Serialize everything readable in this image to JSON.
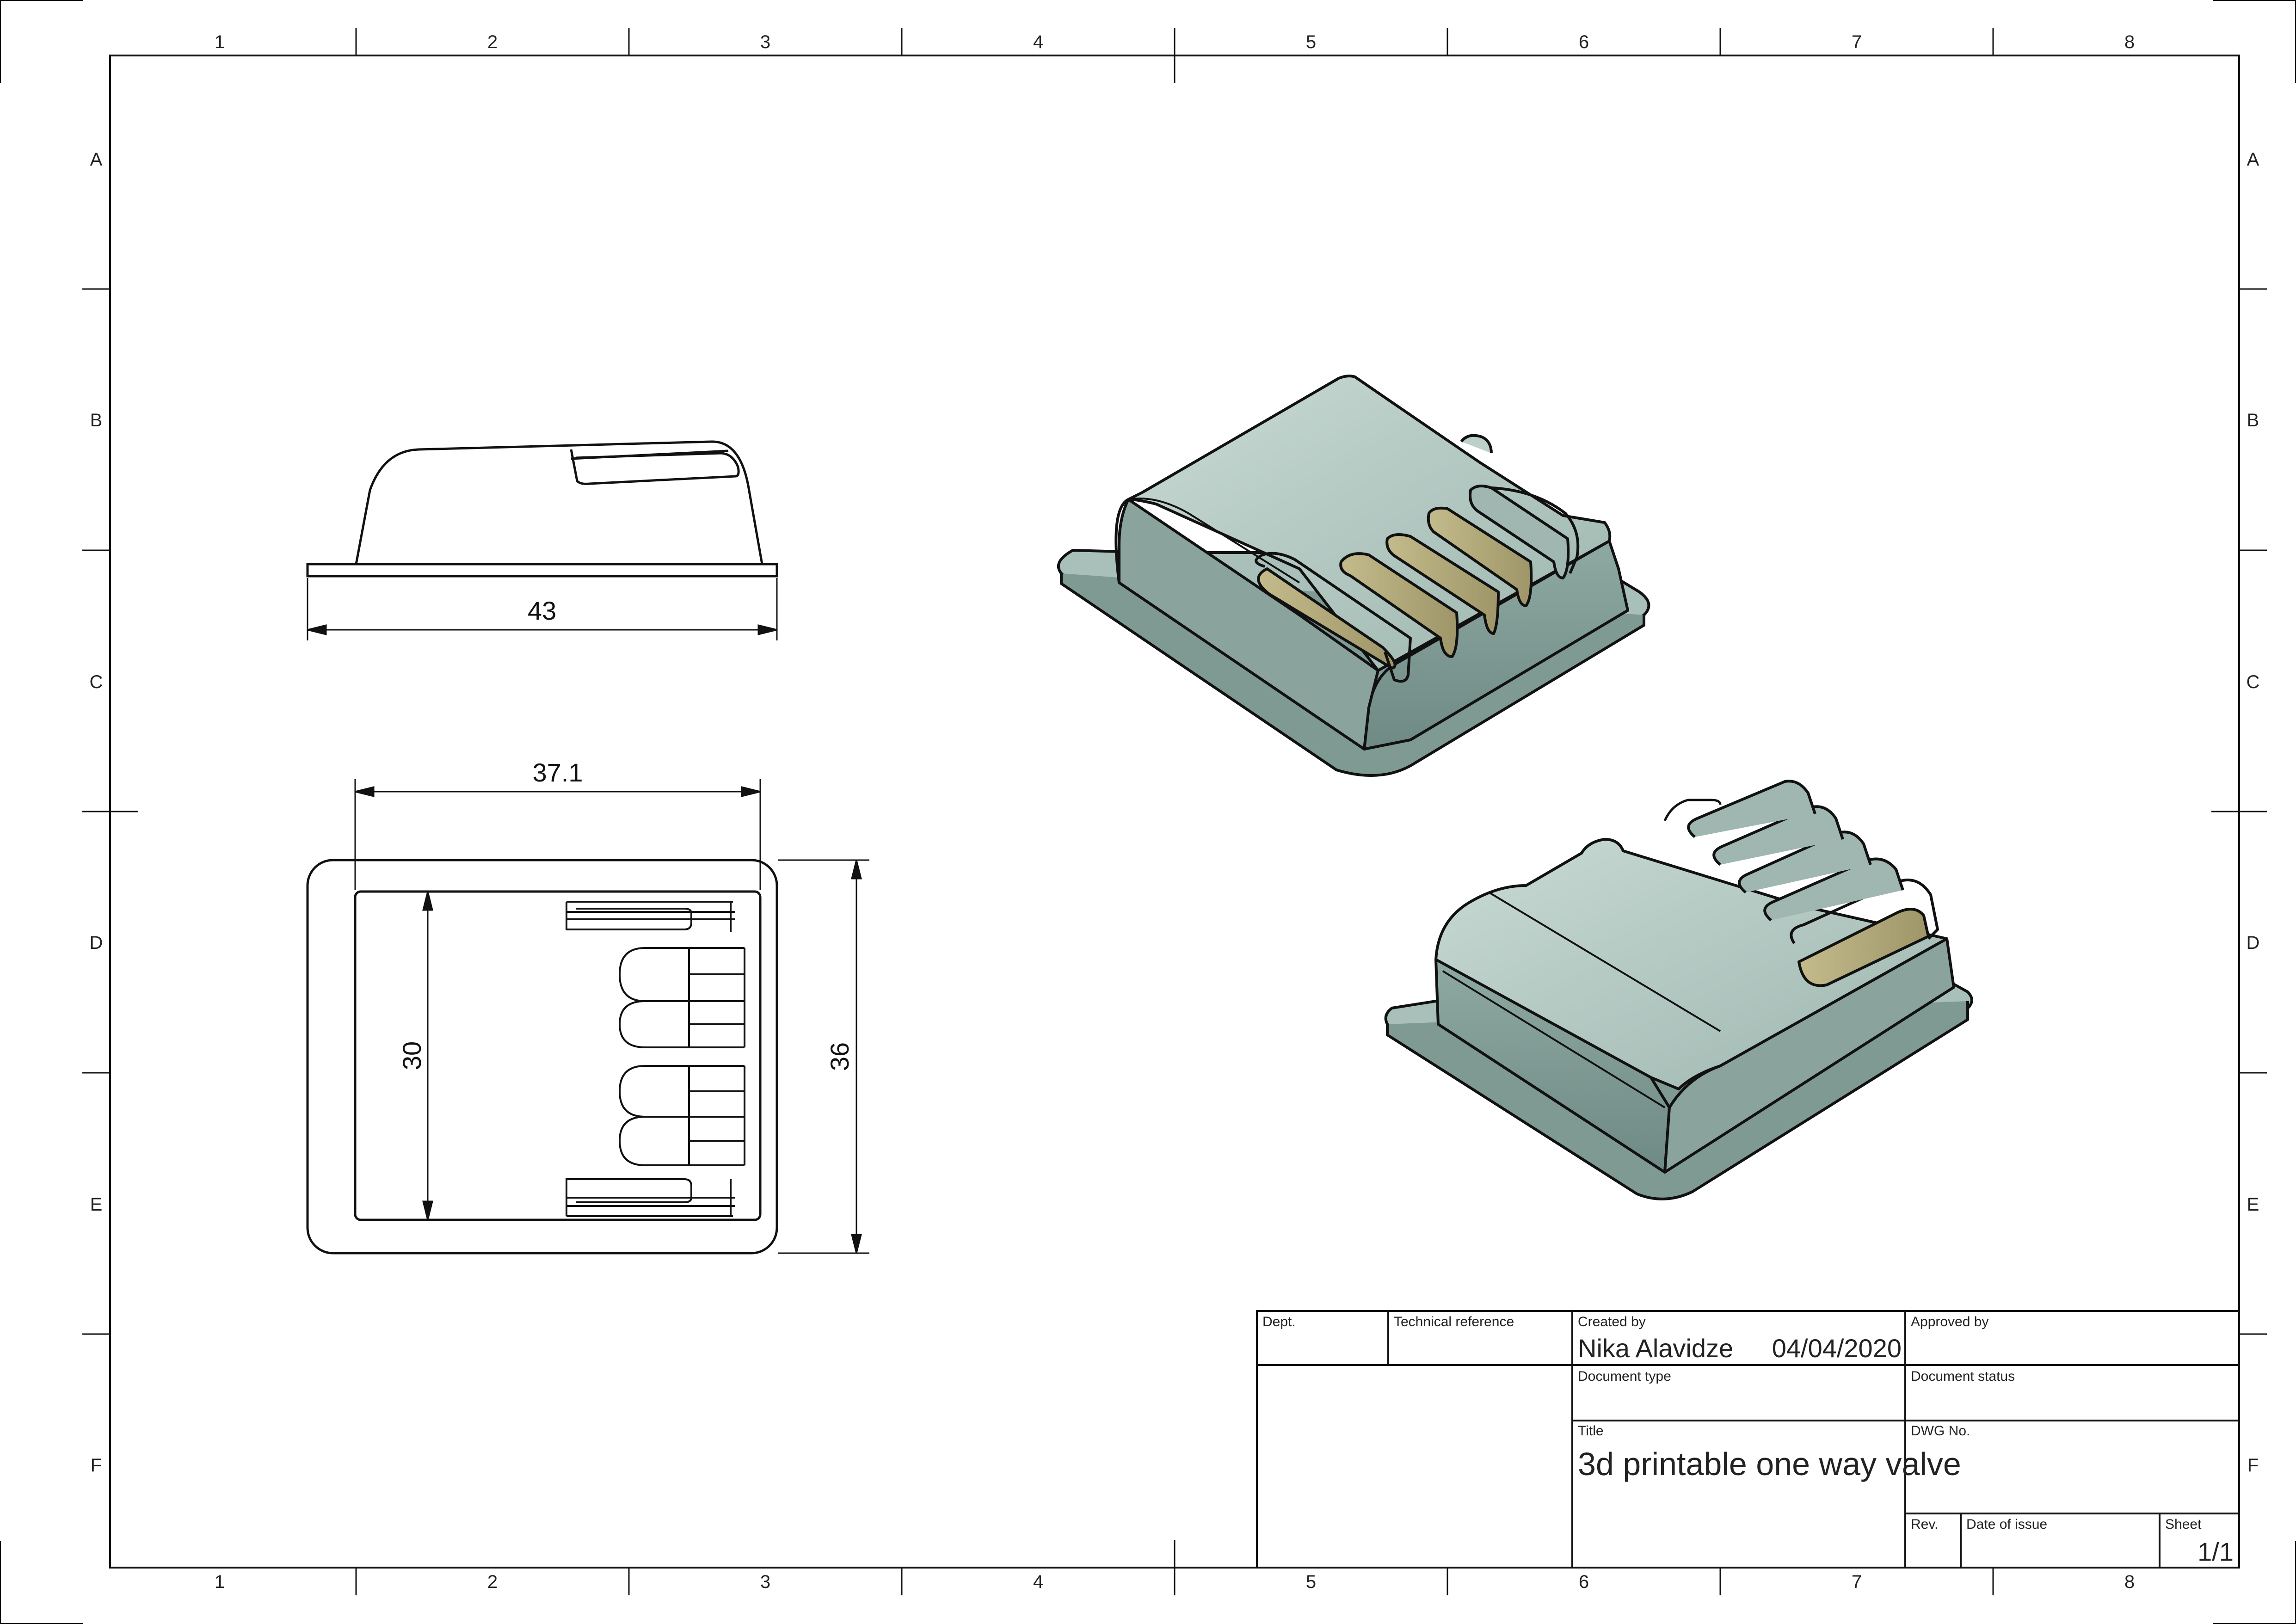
{
  "zones": {
    "columns": [
      "1",
      "2",
      "3",
      "4",
      "5",
      "6",
      "7",
      "8"
    ],
    "rows": [
      "A",
      "B",
      "C",
      "D",
      "E",
      "F"
    ]
  },
  "dimensions": {
    "side_width": "43",
    "top_inner_width": "37.1",
    "top_inner_height": "30",
    "top_outer_height": "36"
  },
  "title_block": {
    "dept_label": "Dept.",
    "tech_ref_label": "Technical reference",
    "created_by_label": "Created by",
    "created_by_value": "Nika Alavidze",
    "created_date": "04/04/2020",
    "approved_by_label": "Approved by",
    "document_type_label": "Document type",
    "document_status_label": "Document status",
    "title_label": "Title",
    "title_value": "3d printable one way valve",
    "dwg_no_label": "DWG No.",
    "rev_label": "Rev.",
    "date_of_issue_label": "Date of issue",
    "sheet_label": "Sheet",
    "sheet_value": "1/1"
  },
  "colors": {
    "body": "#a9c2bb",
    "body_dark": "#7f9a93",
    "body_light": "#c8d8d2",
    "flap": "#b5ad7e",
    "line": "#111111"
  }
}
